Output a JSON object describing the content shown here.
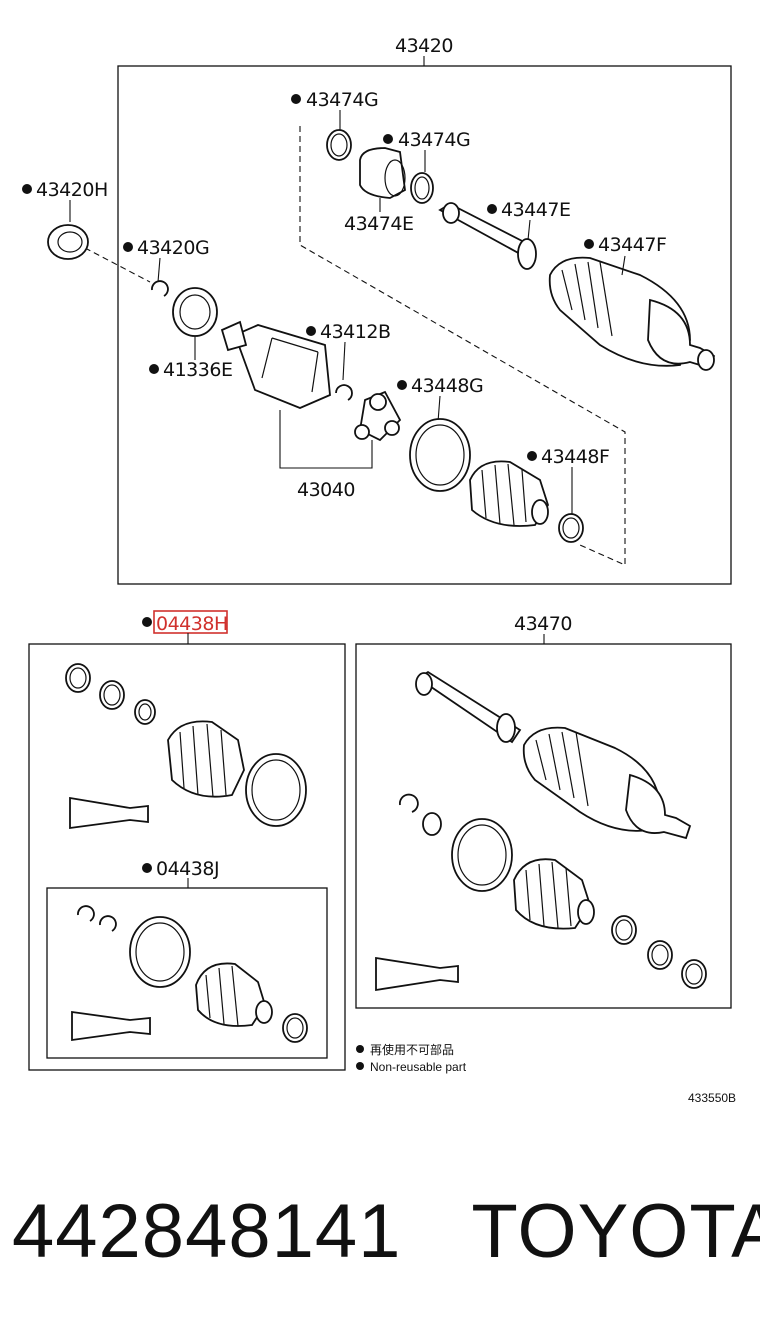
{
  "callouts": {
    "assembly_43420": "43420",
    "p43474G_a": "43474G",
    "p43474G_b": "43474G",
    "p43474E": "43474E",
    "p43420H": "43420H",
    "p43420G": "43420G",
    "p43447E": "43447E",
    "p43447F": "43447F",
    "p43412B": "43412B",
    "p41336E": "41336E",
    "p43448G": "43448G",
    "p43448F": "43448F",
    "p43040": "43040",
    "kit_04438H": "04438H",
    "kit_04438J": "04438J",
    "assembly_43470": "43470"
  },
  "legend": {
    "cn_text": "再使用不可部品",
    "en_text": "Non-reusable part"
  },
  "diagram_code": "433550B",
  "footer": {
    "part_number": "442848141",
    "brand": "TOYOTA"
  },
  "colors": {
    "ink": "#111111",
    "highlight": "#d0312d",
    "background": "#ffffff"
  }
}
